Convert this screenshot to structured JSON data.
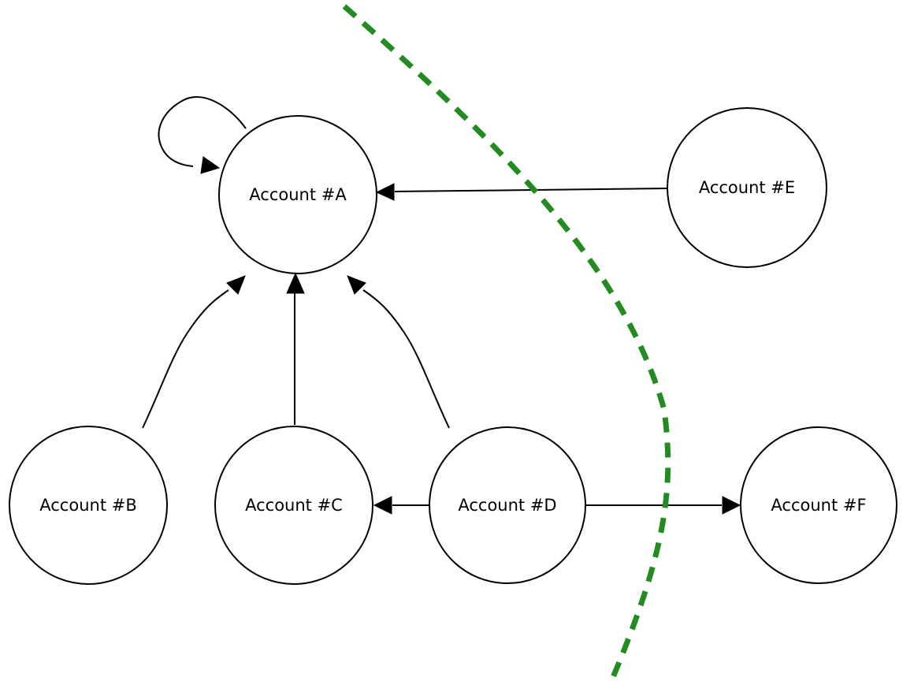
{
  "diagram": {
    "type": "directed-graph",
    "nodes": [
      {
        "id": "A",
        "label": "Account #A"
      },
      {
        "id": "B",
        "label": "Account #B"
      },
      {
        "id": "C",
        "label": "Account #C"
      },
      {
        "id": "D",
        "label": "Account #D"
      },
      {
        "id": "E",
        "label": "Account #E"
      },
      {
        "id": "F",
        "label": "Account #F"
      }
    ],
    "edges": [
      {
        "from": "A",
        "to": "A",
        "style": "self-loop"
      },
      {
        "from": "B",
        "to": "A",
        "style": "curved"
      },
      {
        "from": "C",
        "to": "A",
        "style": "straight"
      },
      {
        "from": "D",
        "to": "A",
        "style": "curved"
      },
      {
        "from": "E",
        "to": "A",
        "style": "straight"
      },
      {
        "from": "D",
        "to": "C",
        "style": "straight"
      },
      {
        "from": "D",
        "to": "F",
        "style": "straight"
      }
    ],
    "boundary": {
      "description": "green dashed partition curve",
      "color": "#228B22",
      "stroke_style": "dashed"
    },
    "node_stroke_color": "#000000",
    "edge_color": "#000000",
    "background_color": "#ffffff"
  }
}
